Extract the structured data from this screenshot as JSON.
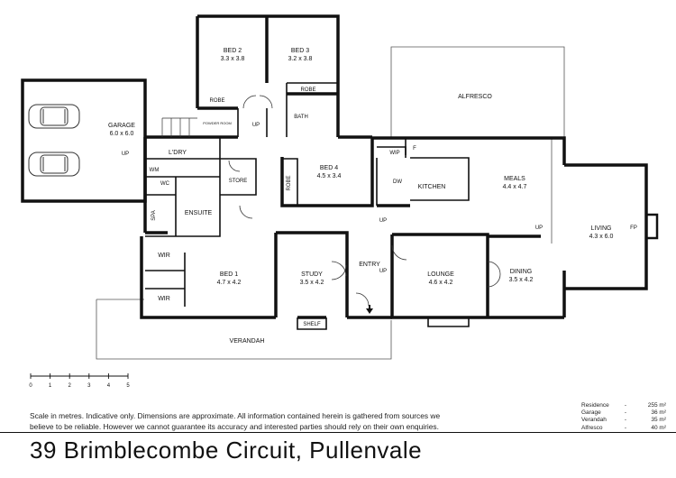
{
  "rooms": {
    "garage": {
      "name": "GARAGE",
      "dims": "6.0 x 6.0"
    },
    "bed2": {
      "name": "BED 2",
      "dims": "3.3 x 3.8"
    },
    "bed3": {
      "name": "BED 3",
      "dims": "3.2 x 3.8"
    },
    "robe_bed2": "ROBE",
    "robe_bed3": "ROBE",
    "powder": "POWDER ROOM",
    "bath": "BATH",
    "ldry": "L'DRY",
    "wm": "WM",
    "wc": "WC",
    "store": "STORE",
    "spa": "SPA",
    "ensuite": "ENSUITE",
    "bed4": {
      "name": "BED 4",
      "dims": "4.5 x 3.4"
    },
    "robe_bed4": "ROBE",
    "wip": "WIP",
    "fridge": "F",
    "dw": "DW",
    "kitchen": "KITCHEN",
    "meals": {
      "name": "MEALS",
      "dims": "4.4 x 4.7"
    },
    "living": {
      "name": "LIVING",
      "dims": "4.3 x 6.0"
    },
    "fp": "FP",
    "alfresco": "ALFRESCO",
    "wir1": "WIR",
    "wir2": "WIR",
    "bed1": {
      "name": "BED 1",
      "dims": "4.7 x 4.2"
    },
    "study": {
      "name": "STUDY",
      "dims": "3.5 x 4.2"
    },
    "shelf": "SHELF",
    "entry": "ENTRY",
    "lounge": {
      "name": "LOUNGE",
      "dims": "4.6 x 4.2"
    },
    "dining": {
      "name": "DINING",
      "dims": "3.5 x 4.2"
    },
    "verandah": "VERANDAH"
  },
  "step_labels": {
    "garage_up": "UP",
    "hall_up": "UP",
    "kitchen_up": "UP",
    "entry_up": "UP",
    "living_up": "UP"
  },
  "scale_bar": {
    "ticks": [
      "0",
      "1",
      "2",
      "3",
      "4",
      "5"
    ]
  },
  "disclaimer": {
    "line1": "Scale in metres. Indicative only. Dimensions are approximate.  All information contained herein is gathered from sources we",
    "line2": "believe to be reliable. However we cannot guarantee its accuracy and interested parties should rely on their own enquiries."
  },
  "areas": [
    {
      "label": "Residence",
      "value": "255 m²"
    },
    {
      "label": "Garage",
      "value": "36 m²"
    },
    {
      "label": "Verandah",
      "value": "35 m²"
    },
    {
      "label": "Alfresco",
      "value": "40 m²"
    }
  ],
  "address": "39 Brimblecombe Circuit, Pullenvale"
}
